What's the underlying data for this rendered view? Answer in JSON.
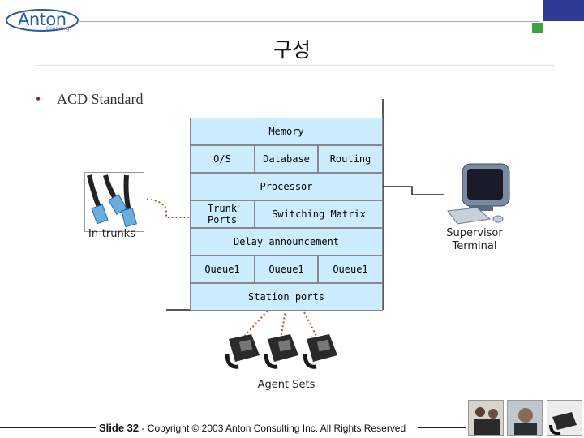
{
  "header": {
    "logo_text": "Anton",
    "logo_sub": "Consulting",
    "title": "구성"
  },
  "bullet": {
    "marker": "•",
    "text": "ACD Standard"
  },
  "diagram": {
    "memory": "Memory",
    "os": "O/S",
    "database": "Database",
    "routing": "Routing",
    "processor": "Processor",
    "trunk_ports": "Trunk Ports",
    "switching_matrix": "Switching Matrix",
    "delay_announcement": "Delay announcement",
    "queues": [
      "Queue1",
      "Queue1",
      "Queue1"
    ],
    "station_ports": "Station ports",
    "in_trunks": "In-trunks",
    "supervisor_terminal": "Supervisor Terminal",
    "agent_sets": "Agent Sets",
    "cell_color": "#ccecff",
    "connector_color": "#c0501e"
  },
  "footer": {
    "slide_label": "Slide 32",
    "copyright": " - Copyright © 2003 Anton Consulting Inc.  All Rights Reserved"
  }
}
